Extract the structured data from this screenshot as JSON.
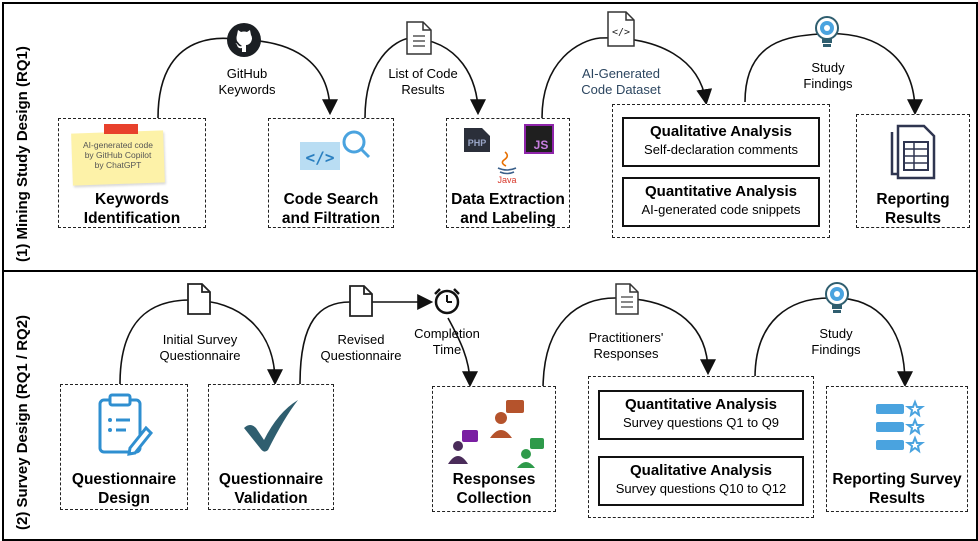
{
  "section1": {
    "label": "(1) Mining Study Design (RQ1)",
    "keywords_box": {
      "title_line1": "Keywords",
      "title_line2": "Identification",
      "note_line1": "AI-generated code",
      "note_line2": "by GitHub Copilot",
      "note_line3": "by ChatGPT"
    },
    "search_box": {
      "title_line1": "Code Search",
      "title_line2": "and Filtration"
    },
    "extract_box": {
      "title_line1": "Data Extraction",
      "title_line2": "and Labeling",
      "php": "PHP",
      "js": "JS",
      "java": "Java"
    },
    "analysis": {
      "qual_title": "Qualitative Analysis",
      "qual_sub": "Self-declaration comments",
      "quant_title": "Quantitative Analysis",
      "quant_sub": "AI-generated code snippets"
    },
    "report_box": {
      "title_line1": "Reporting",
      "title_line2": "Results"
    },
    "arrow1": {
      "line1": "GitHub",
      "line2": "Keywords"
    },
    "arrow2": {
      "line1": "List of Code",
      "line2": "Results"
    },
    "arrow3": {
      "line1": "AI-Generated",
      "line2": "Code Dataset"
    },
    "arrow4": {
      "line1": "Study",
      "line2": "Findings"
    }
  },
  "section2": {
    "label": "(2) Survey Design (RQ1 / RQ2)",
    "design_box": {
      "title_line1": "Questionnaire",
      "title_line2": "Design"
    },
    "validation_box": {
      "title_line1": "Questionnaire",
      "title_line2": "Validation"
    },
    "responses_box": {
      "title_line1": "Responses",
      "title_line2": "Collection"
    },
    "analysis": {
      "quant_title": "Quantitative Analysis",
      "quant_sub": "Survey questions Q1 to Q9",
      "qual_title": "Qualitative Analysis",
      "qual_sub": "Survey questions Q10 to Q12"
    },
    "report_box": {
      "title_line1": "Reporting Survey",
      "title_line2": "Results"
    },
    "arrow1": {
      "line1": "Initial Survey",
      "line2": "Questionnaire"
    },
    "arrow2": {
      "line1": "Revised",
      "line2": "Questionnaire"
    },
    "arrow3": {
      "line1": "Completion",
      "line2": "Time"
    },
    "arrow4": {
      "line1": "Practitioners'",
      "line2": "Responses"
    },
    "arrow5": {
      "line1": "Study",
      "line2": "Findings"
    }
  },
  "colors": {
    "accent_blue": "#4aa3df",
    "purple": "#7a1fa2",
    "dark_purple": "#4a2c5a",
    "sticky": "#fdf2a8",
    "sticky_red": "#e8412c",
    "brown": "#b5532c",
    "green": "#2e9a4a",
    "teal": "#2f5e6f"
  },
  "icons": [
    "github-icon",
    "document-icon",
    "code-file-icon",
    "lightbulb-icon",
    "code-search-icon",
    "report-icon",
    "clipboard-icon",
    "checkmark-icon",
    "alarm-clock-icon",
    "chat-people-icon",
    "rating-list-icon"
  ]
}
